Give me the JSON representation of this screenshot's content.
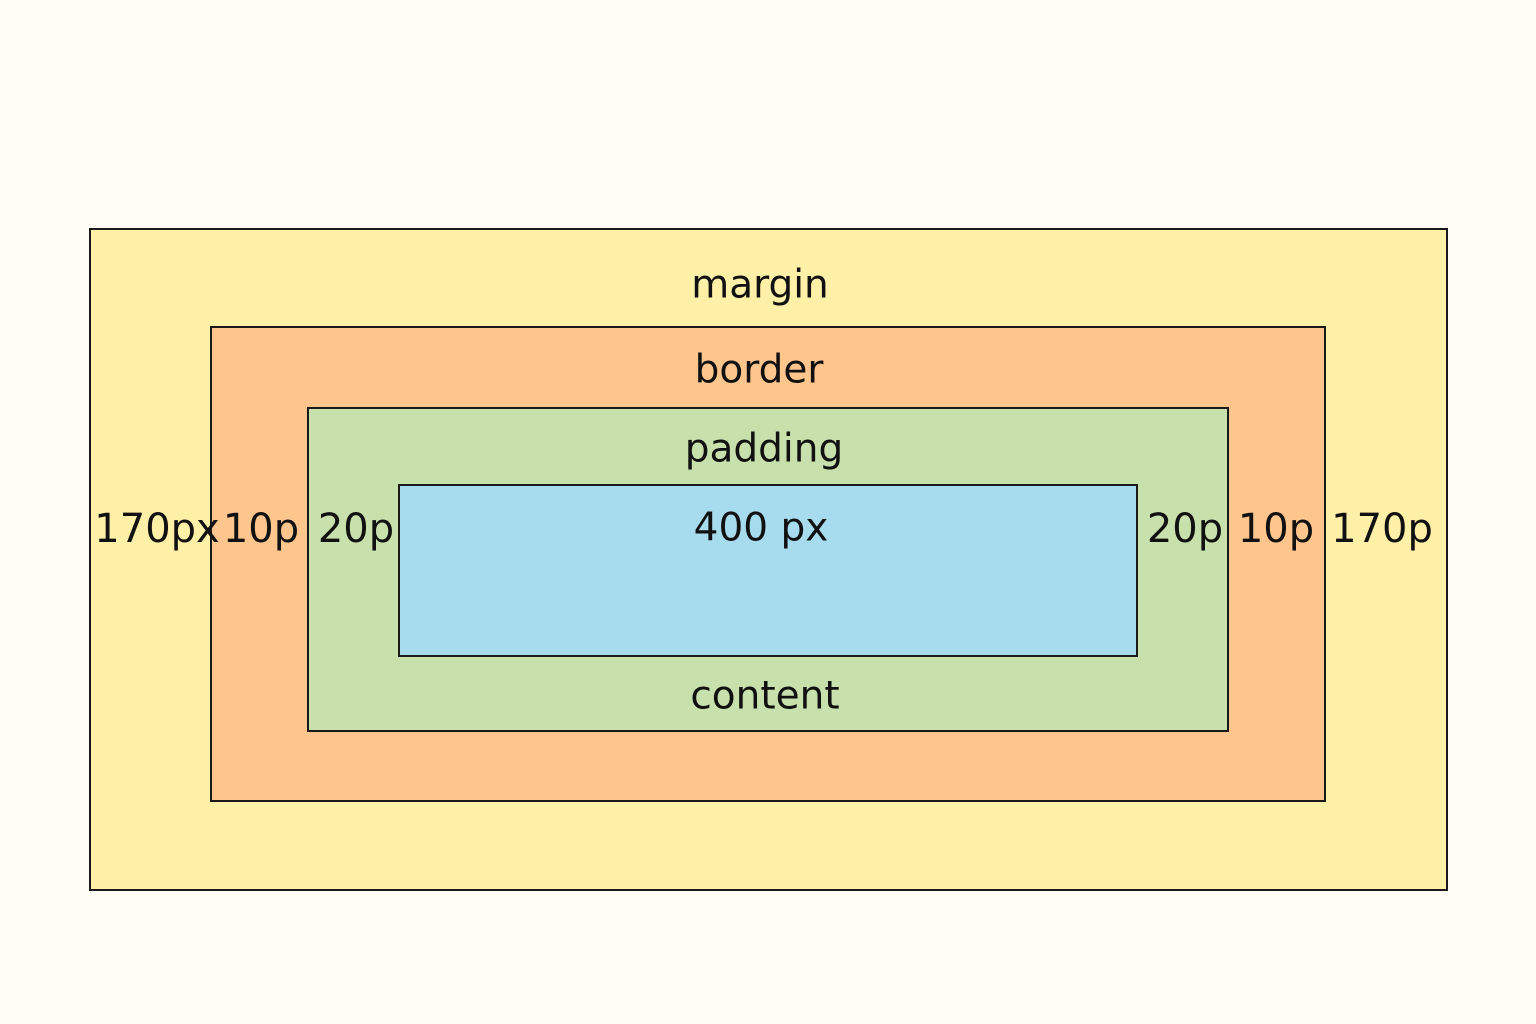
{
  "layers": {
    "margin": "margin",
    "border": "border",
    "padding": "padding",
    "content": "content"
  },
  "dimensions": {
    "content_width": "400 px",
    "left_margin": "170px",
    "left_border": "10p",
    "left_padding": "20p",
    "right_padding": "20p",
    "right_border": "10p",
    "right_margin": "170p"
  },
  "colors": {
    "background": "#fffcf6",
    "margin": "#fff0a8",
    "border": "#fec58d",
    "padding": "#c8e0ac",
    "content": "#a7dcee"
  }
}
